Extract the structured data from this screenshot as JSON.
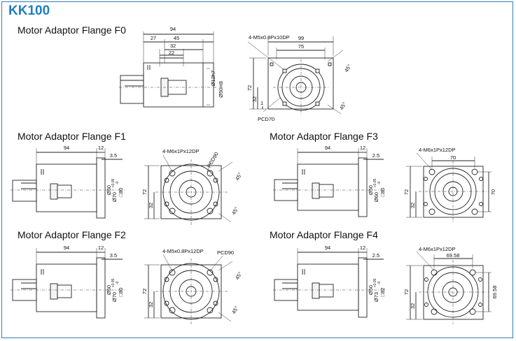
{
  "title": "KK100",
  "sections": {
    "f0": {
      "heading": "Motor Adaptor Flange F0",
      "dims": [
        "94",
        "27",
        "45",
        "32",
        "22",
        "Ø12h7",
        "Ø50H8",
        "4-M5x0.8Px10DP",
        "99",
        "75",
        "45°",
        "72",
        "32",
        "1",
        "45°",
        "PCD70"
      ]
    },
    "f1": {
      "heading": "Motor Adaptor Flange F1",
      "dims": [
        "94",
        "12",
        "3.5",
        "Ø50",
        "Ø70",
        "+0.05",
        "-0",
        "□80",
        "4-M6x1Px12DP",
        "PCD90",
        "45°",
        "72",
        "32",
        "45°"
      ]
    },
    "f2": {
      "heading": "Motor Adaptor Flange F2",
      "dims": [
        "94",
        "12",
        "3.5",
        "Ø50",
        "Ø70",
        "+0.05",
        "-0",
        "□80",
        "4-M5x0.8Px12DP",
        "PCD90",
        "45°",
        "72",
        "32",
        "45°"
      ]
    },
    "f3": {
      "heading": "Motor Adaptor Flange F3",
      "dims": [
        "94",
        "12",
        "2.5",
        "Ø50",
        "Ø60",
        "+0.05",
        "-0",
        "□80",
        "4-M6x1Px12DP",
        "70",
        "72",
        "32",
        "70"
      ]
    },
    "f4": {
      "heading": "Motor Adaptor Flange F4",
      "dims": [
        "94",
        "12",
        "2.5",
        "Ø50",
        "Ø73",
        "+0.05",
        "-0",
        "□82",
        "4-M6x1Px12DP",
        "69.58",
        "72",
        "32",
        "69.58"
      ]
    }
  },
  "colors": {
    "title": "#1f7fbf",
    "border": "#2e7fb8",
    "line": "#222222"
  }
}
